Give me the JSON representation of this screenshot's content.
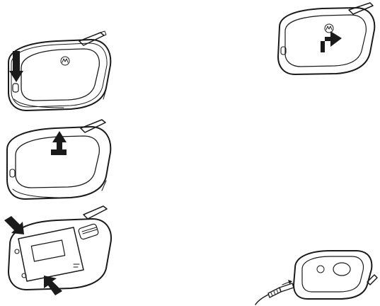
{
  "figure": {
    "steps": [
      {
        "id": "step-1",
        "subject": "press-battery-door-release"
      },
      {
        "id": "step-2",
        "subject": "slide-battery-door"
      },
      {
        "id": "step-3",
        "subject": "lift-battery-door"
      },
      {
        "id": "step-4",
        "subject": "insert-battery"
      },
      {
        "id": "step-5",
        "subject": "connect-charger"
      }
    ],
    "colors": {
      "line": "#1a1a1a",
      "arrow": "#1a1a1a",
      "background": "#ffffff"
    },
    "icons": [
      "arrow-down-icon",
      "arrow-right-icon",
      "arrow-up-icon",
      "arrow-diagonal-icon",
      "motorola-logo-icon",
      "antenna-icon",
      "charger-plug-icon"
    ]
  }
}
